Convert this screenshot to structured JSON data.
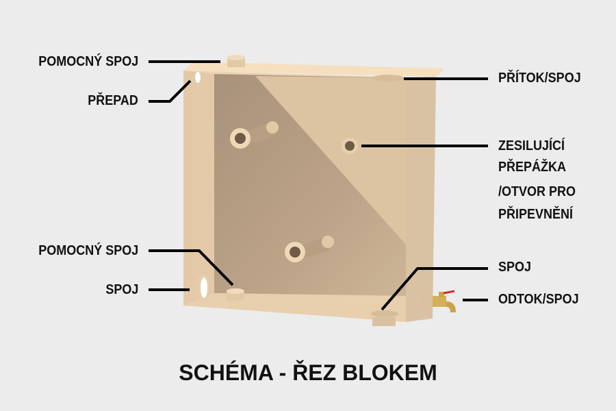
{
  "title": "SCHÉMA - ŘEZ BLOKEM",
  "labels_left": [
    "POMOCNÝ SPOJ",
    "PŘEPAD",
    "POMOCNÝ SPOJ",
    "SPOJ"
  ],
  "labels_right": [
    "PŘÍTOK/SPOJ",
    "ZESILUJÍCÍ",
    "PŘEPÁŽKA",
    "/OTVOR PRO",
    "PŘIPEVNĚNÍ",
    "SPOJ",
    "ODTOK/SPOJ"
  ],
  "colors": {
    "background": "#ececec",
    "tank_light": "#f3dcbc",
    "tank_mid": "#dcc3a2",
    "tank_dark": "#b9a184",
    "leader": "#000000"
  }
}
